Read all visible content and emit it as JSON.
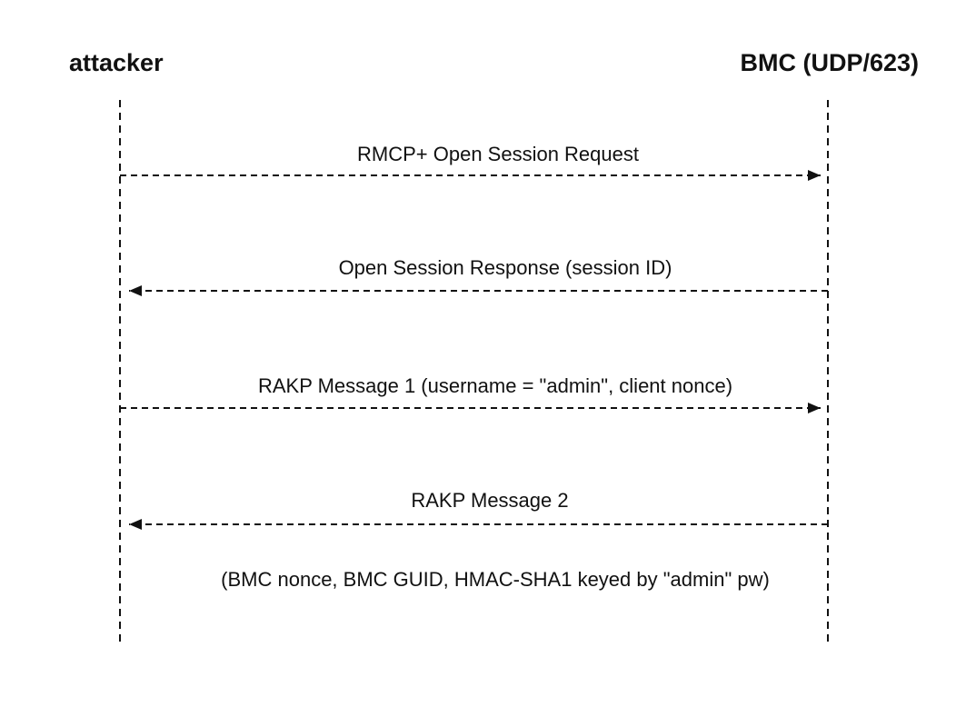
{
  "actors": {
    "left": "attacker",
    "right": "BMC (UDP/623)"
  },
  "messages": [
    {
      "label": "RMCP+ Open Session Request",
      "direction": "right"
    },
    {
      "label": "Open Session Response (session ID)",
      "direction": "left"
    },
    {
      "label": "RAKP Message 1 (username = \"admin\", client nonce)",
      "direction": "right"
    },
    {
      "label": "RAKP Message 2",
      "direction": "left"
    }
  ],
  "note": "(BMC nonce, BMC GUID, HMAC-SHA1 keyed by \"admin\" pw)",
  "colors": {
    "line": "#111111",
    "background": "#ffffff"
  }
}
